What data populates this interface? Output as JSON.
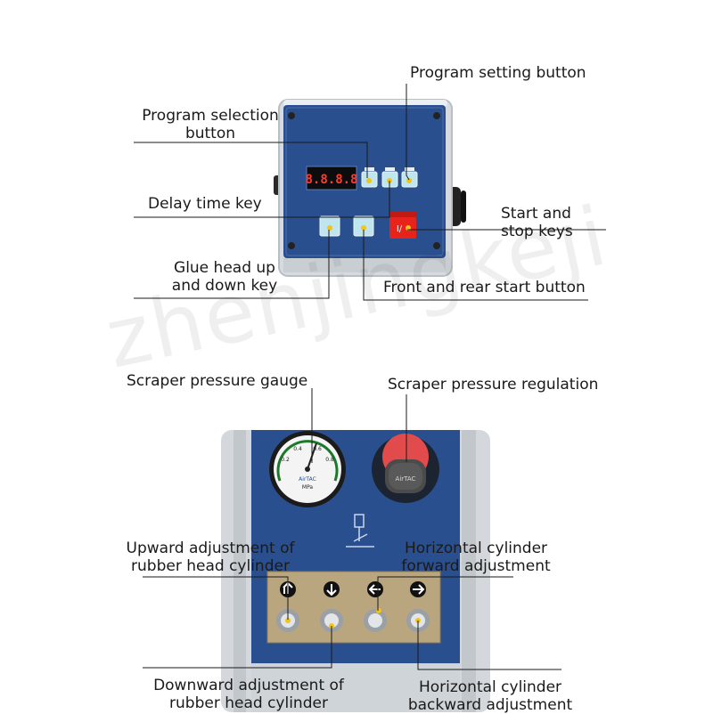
{
  "watermark": "zhenjingkeji",
  "display_digits": "8.8.8.8",
  "labels": {
    "program_setting": "Program setting button",
    "program_selection_1": "Program selection",
    "program_selection_2": "button",
    "delay_time": "Delay time key",
    "start_stop_1": "Start and",
    "start_stop_2": "stop keys",
    "glue_head_1": "Glue head up",
    "glue_head_2": "and down key",
    "front_rear_start": "Front and rear start button",
    "scraper_gauge": "Scraper pressure gauge",
    "scraper_regulation": "Scraper pressure regulation",
    "upward_adj_1": "Upward adjustment of",
    "upward_adj_2": "rubber head cylinder",
    "horiz_fwd_1": "Horizontal cylinder",
    "horiz_fwd_2": "forward adjustment",
    "downward_adj_1": "Downward adjustment of",
    "downward_adj_2": "rubber head cylinder",
    "horiz_back_1": "Horizontal cylinder",
    "horiz_back_2": "backward adjustment"
  },
  "gauge": {
    "unit": "MPa",
    "brand": "AirTAC",
    "scale_labels": [
      "0.2",
      "0.4",
      "0.6",
      "0.8"
    ]
  },
  "regulator": {
    "brand": "AirTAC"
  },
  "colors": {
    "panel_blue": "#2a4f8f",
    "display_red": "#ff3b2f",
    "key_cyan": "#bfe6ee",
    "start_key_red": "#e8231b",
    "cap_tan": "#b9a57e"
  }
}
